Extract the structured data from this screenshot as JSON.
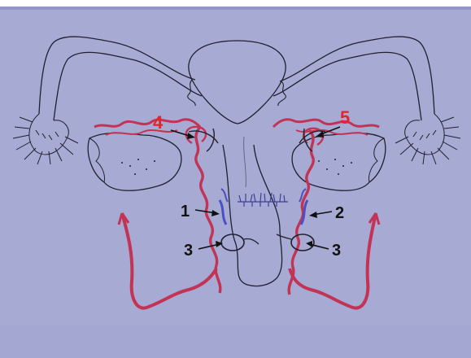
{
  "labels": [
    {
      "key": "one",
      "text": "1",
      "color": "#111111"
    },
    {
      "key": "two",
      "text": "2",
      "color": "#111111"
    },
    {
      "key": "three-left",
      "text": "3",
      "color": "#111111"
    },
    {
      "key": "three-right",
      "text": "3",
      "color": "#111111"
    },
    {
      "key": "four",
      "text": "4",
      "color": "#e0262b"
    },
    {
      "key": "five",
      "text": "5",
      "color": "#e0262b"
    }
  ],
  "colors": {
    "board": "#a7abd3",
    "outline": "#202030",
    "vessel": "#c23356",
    "vein": "#4c4fc4"
  }
}
